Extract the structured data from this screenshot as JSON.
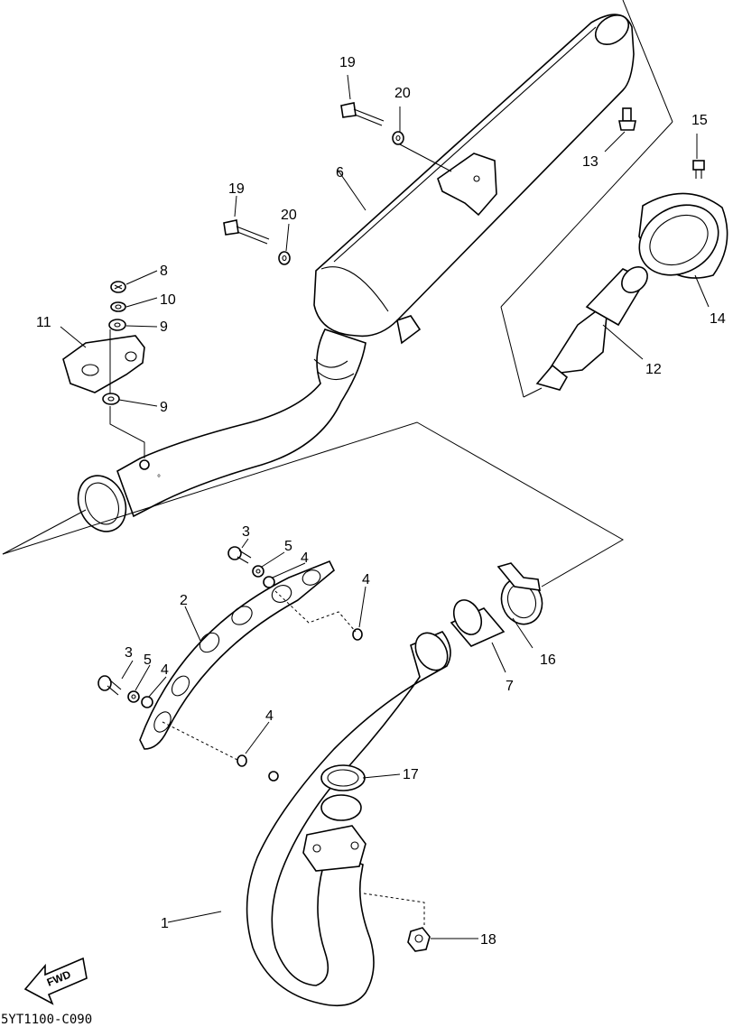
{
  "diagram_code": "5YT1100-C090",
  "fwd_label": "FWD",
  "callouts": {
    "c1": "1",
    "c2": "2",
    "c3a": "3",
    "c3b": "3",
    "c4a": "4",
    "c4b": "4",
    "c4c": "4",
    "c4d": "4",
    "c5a": "5",
    "c5b": "5",
    "c6": "6",
    "c7": "7",
    "c8": "8",
    "c9a": "9",
    "c9b": "9",
    "c10": "10",
    "c11": "11",
    "c12": "12",
    "c13": "13",
    "c14": "14",
    "c15": "15",
    "c16": "16",
    "c17": "17",
    "c18": "18",
    "c19a": "19",
    "c19b": "19",
    "c20a": "20",
    "c20b": "20"
  }
}
